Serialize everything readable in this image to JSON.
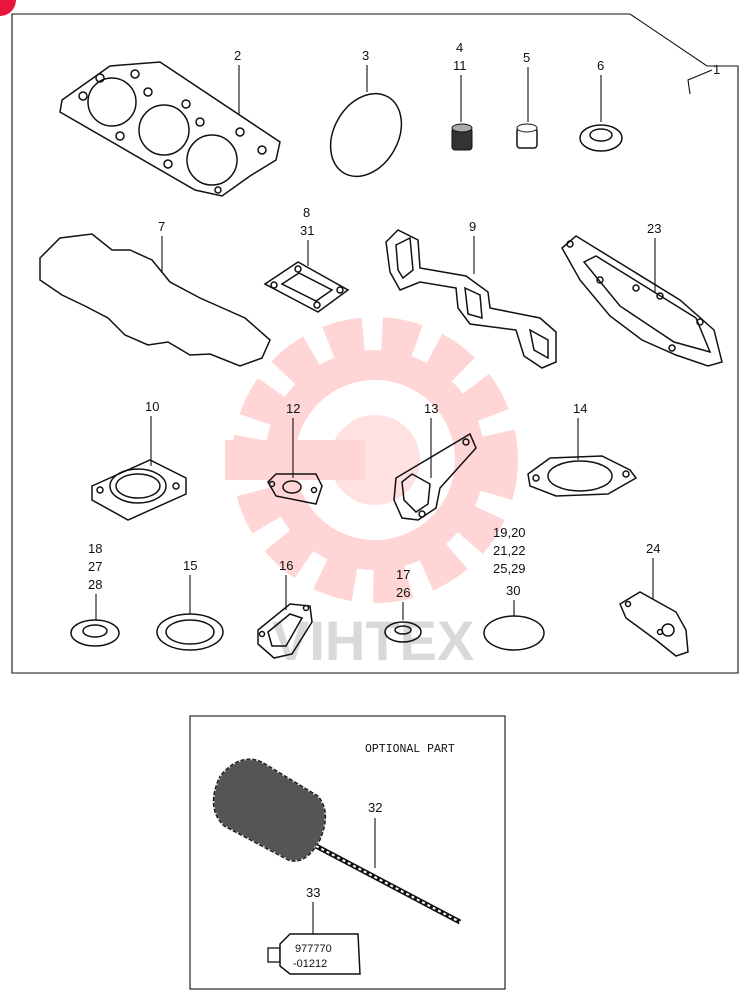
{
  "watermark": "VIHTEX",
  "labels": {
    "p1": "1",
    "p2": "2",
    "p3": "3",
    "p4": "4",
    "p11": "11",
    "p5": "5",
    "p6": "6",
    "p7": "7",
    "p8": "8",
    "p31": "31",
    "p9": "9",
    "p23": "23",
    "p10": "10",
    "p12": "12",
    "p13": "13",
    "p14": "14",
    "p18": "18",
    "p27": "27",
    "p28": "28",
    "p15": "15",
    "p16": "16",
    "p17": "17",
    "p26": "26",
    "p19_20": "19,20",
    "p21_22": "21,22",
    "p25_29": "25,29",
    "p30": "30",
    "p24": "24",
    "p32": "32",
    "p33": "33"
  },
  "optional": {
    "title": "OPTIONAL PART",
    "tube_line1": "977770",
    "tube_line2": "-01212"
  }
}
